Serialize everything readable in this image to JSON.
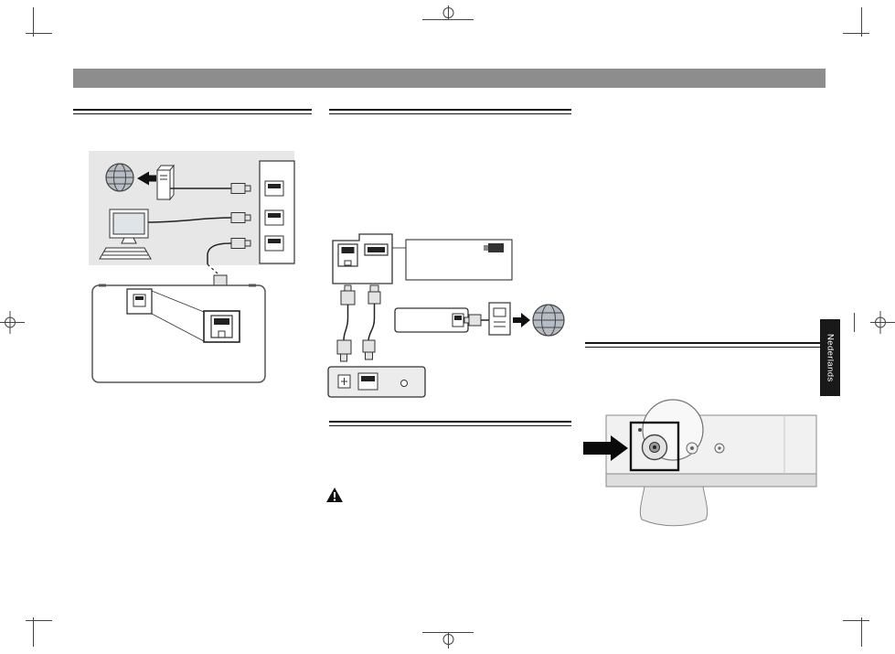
{
  "page": {
    "kind": "printed manual page with connection diagrams",
    "language_tab": {
      "label": "Nederlands"
    },
    "colors": {
      "page_bg": "#ffffff",
      "header_bar": "#8d8d8d",
      "diagram_bg": "#e7e7e7",
      "tab_bg": "#191919",
      "tab_text": "#ffffff",
      "rule_color": "#151515",
      "arrow_color": "#0a0a0a",
      "globe_fill": "#b6bdc4"
    },
    "icons": {
      "internet_globe": "internet-globe-icon",
      "modem": "modem-icon",
      "computer": "computer-icon",
      "lan_plug": "lan-plug-icon",
      "usb_plug": "usb-plug-icon",
      "router": "router-box-icon",
      "wall_adapter": "wall-adapter-icon",
      "warning": "warning-triangle-icon",
      "arrows": [
        "left-arrow-icon",
        "right-arrow-icon",
        "block-arrow-right-icon"
      ],
      "registration": "print-registration-marks"
    }
  }
}
